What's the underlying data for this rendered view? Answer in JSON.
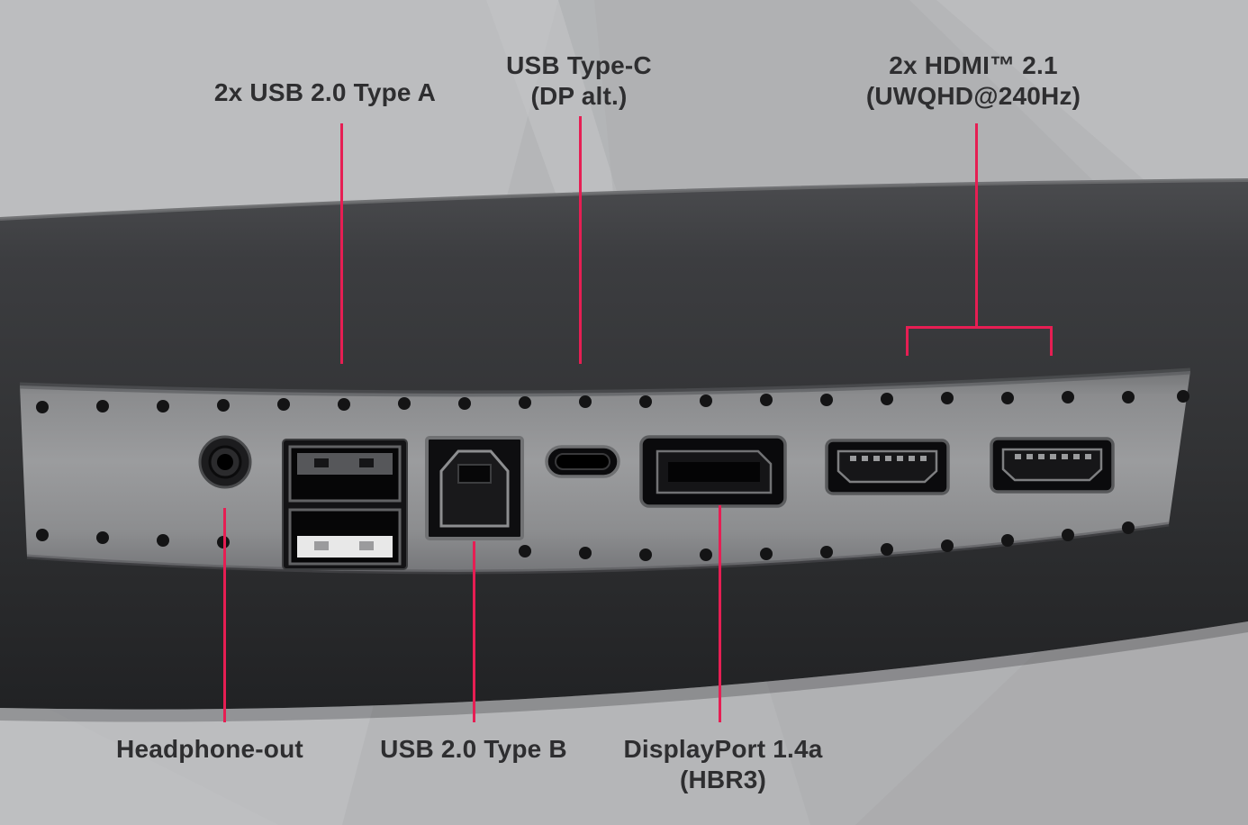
{
  "colors": {
    "accent": "#e61e53",
    "background": "#b5b6b8",
    "monitor_shell": "#323335",
    "port_panel": "#909193",
    "label_text": "#2e2e30"
  },
  "labels": {
    "usb_a_top": {
      "line1": "2x USB 2.0 Type A"
    },
    "usb_c_top": {
      "line1": "USB Type-C",
      "line2": "(DP alt.)"
    },
    "hdmi_top": {
      "line1": "2x HDMI™ 2.1",
      "line2": "(UWQHD@240Hz)"
    },
    "headphone_bottom": {
      "line1": "Headphone-out"
    },
    "usb_b_bottom": {
      "line1": "USB 2.0 Type B"
    },
    "dp_bottom": {
      "line1": "DisplayPort 1.4a",
      "line2": "(HBR3)"
    }
  },
  "ports": [
    {
      "icon": "headphone-jack-port",
      "label": "Headphone-out"
    },
    {
      "icon": "usb-a-ports",
      "label": "2x USB 2.0 Type A"
    },
    {
      "icon": "usb-b-port",
      "label": "USB 2.0 Type B"
    },
    {
      "icon": "usb-c-port",
      "label": "USB Type-C (DP alt.)"
    },
    {
      "icon": "displayport-port",
      "label": "DisplayPort 1.4a (HBR3)"
    },
    {
      "icon": "hdmi-ports",
      "label": "2x HDMI™ 2.1 (UWQHD@240Hz)"
    }
  ]
}
